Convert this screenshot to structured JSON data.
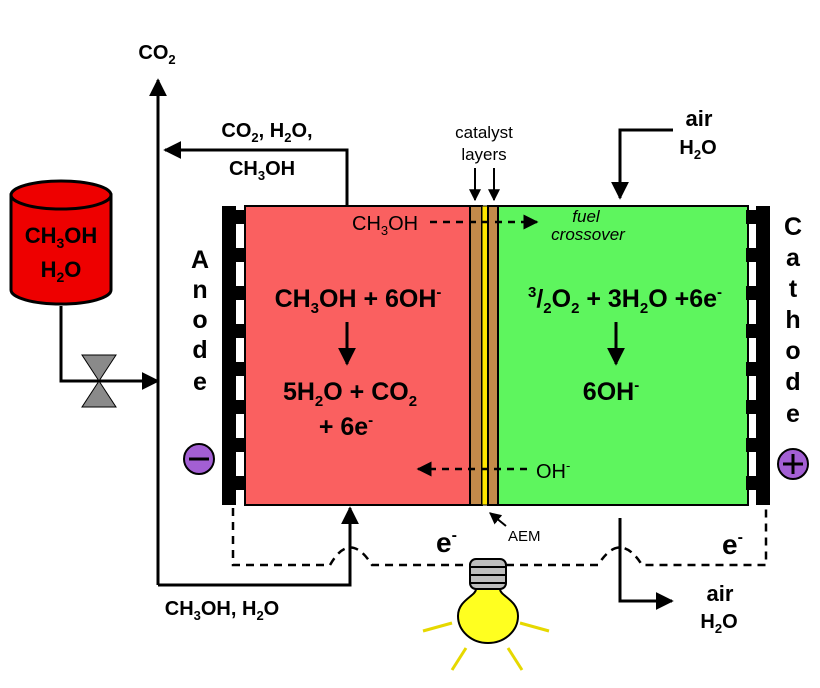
{
  "tank": {
    "line1": "CH",
    "line1_sub": "3",
    "line1_tail": "OH",
    "line2": "H",
    "line2_sub": "2",
    "line2_tail": "O"
  },
  "co2_top": {
    "main": "CO",
    "sub": "2"
  },
  "exhaust": {
    "l1a": "CO",
    "l1a_sub": "2",
    "l1b": ", H",
    "l1b_sub": "2",
    "l1c": "O,",
    "l2": "CH",
    "l2_sub": "3",
    "l2_tail": "OH"
  },
  "feed_label": {
    "a": "CH",
    "a_sub": "3",
    "b": "OH, H",
    "b_sub": "2",
    "c": "O"
  },
  "catalyst": {
    "line1": "catalyst",
    "line2": "layers"
  },
  "air_in": {
    "line1": "air",
    "line2": "H",
    "line2_sub": "2",
    "line2_tail": "O"
  },
  "air_out": {
    "line1": "air",
    "line2": "H",
    "line2_sub": "2",
    "line2_tail": "O"
  },
  "anode_letters": [
    "A",
    "n",
    "o",
    "d",
    "e"
  ],
  "cathode_letters": [
    "C",
    "a",
    "t",
    "h",
    "o",
    "d",
    "e"
  ],
  "anode_reaction": {
    "top_a": "CH",
    "top_a_sub": "3",
    "top_b": "OH + 6OH",
    "top_sup": "-",
    "bot1_a": "5H",
    "bot1_sub": "2",
    "bot1_b": "O + CO",
    "bot1_sub2": "2",
    "bot2": "+ 6e",
    "bot2_sup": "-"
  },
  "cathode_reaction": {
    "a_sup": "3",
    "a_slash": "/",
    "a_sub": "2",
    "b": "O",
    "b_sub": "2",
    "c": " + 3H",
    "c_sub": "2",
    "d": "O +6e",
    "d_sup": "-",
    "product": "6OH",
    "product_sup": "-"
  },
  "crossover": {
    "ch3oh": "CH",
    "ch3oh_sub": "3",
    "ch3oh_tail": "OH",
    "fuel": "fuel",
    "crossover": "crossover"
  },
  "oh_label": {
    "text": "OH",
    "sup": "-"
  },
  "aem": "AEM",
  "electrons": {
    "left": "e",
    "right": "e",
    "sup": "-"
  },
  "terminals": {
    "minus": "−",
    "plus": "+"
  },
  "colors": {
    "anode": "#fa6060",
    "cathode": "#5ef55e",
    "tank": "#ee0000",
    "membrane_brown": "#c38a4a",
    "membrane_yellow": "#ffe600",
    "bulb": "#ffff20",
    "terminal": "#a35fd3",
    "plate": "#000000"
  }
}
